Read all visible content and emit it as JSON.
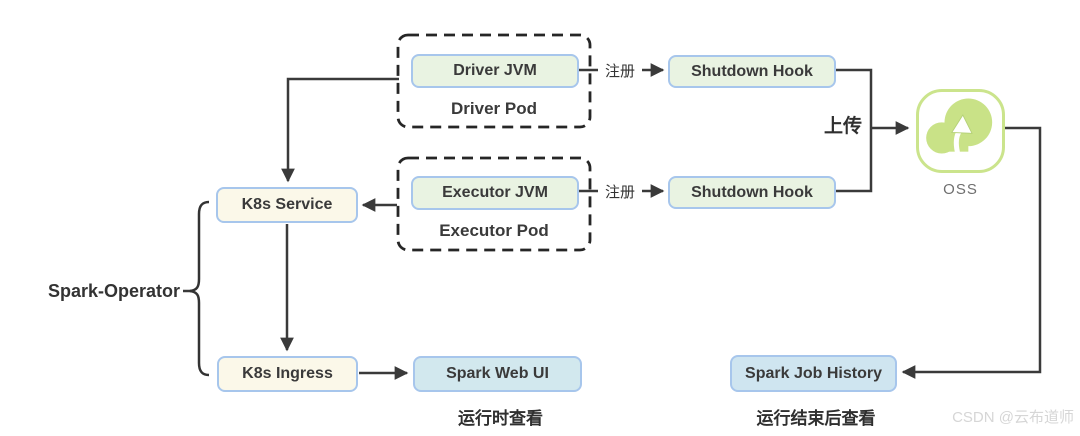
{
  "diagram": {
    "nodes": {
      "driver_jvm": {
        "label": "Driver JVM"
      },
      "driver_pod": {
        "label": "Driver Pod"
      },
      "executor_jvm": {
        "label": "Executor JVM"
      },
      "executor_pod": {
        "label": "Executor Pod"
      },
      "shutdown_hook_driver": {
        "label": "Shutdown Hook"
      },
      "shutdown_hook_executor": {
        "label": "Shutdown Hook"
      },
      "k8s_service": {
        "label": "K8s Service"
      },
      "k8s_ingress": {
        "label": "K8s Ingress"
      },
      "spark_web_ui": {
        "label": "Spark Web UI"
      },
      "spark_job_history": {
        "label": "Spark Job History"
      },
      "oss": {
        "label": "OSS"
      },
      "spark_operator": {
        "label": "Spark-Operator"
      }
    },
    "edge_labels": {
      "register_driver": "注册",
      "register_executor": "注册",
      "upload": "上传"
    },
    "edges": [
      "Driver JVM → Shutdown Hook (注册)",
      "Executor JVM → Shutdown Hook (注册)",
      "Shutdown Hook (driver) + Shutdown Hook (executor) → OSS (上传)",
      "OSS → Spark Job History",
      "Driver Pod → K8s Service",
      "Executor Pod → K8s Service",
      "K8s Service → K8s Ingress",
      "K8s Ingress → Spark Web UI",
      "Spark-Operator { K8s Service, K8s Ingress }"
    ],
    "captions": {
      "view_runtime": "运行时查看",
      "view_after_finish": "运行结束后查看"
    },
    "watermark": "CSDN @云布道师",
    "colors": {
      "line": "#3a3a3a",
      "dashed_pod_border": "#262626",
      "node_border": "#a7c6ec",
      "jvm_fill": "#e9f3e2",
      "k8s_fill": "#fbf8e9",
      "web_ui_fill": "#d2e8ee",
      "job_history_fill": "#cfe5f0",
      "oss_green": "#c9e287"
    }
  }
}
